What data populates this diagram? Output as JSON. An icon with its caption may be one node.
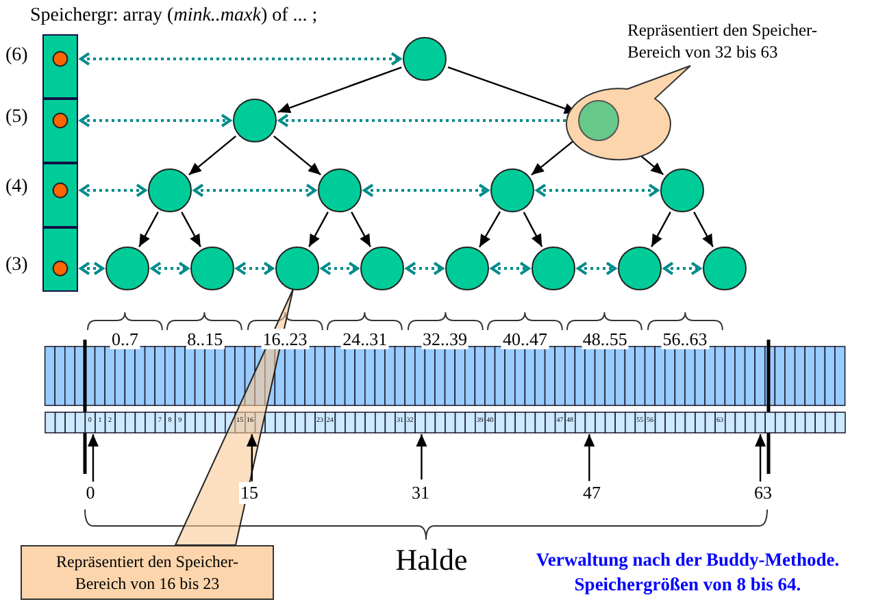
{
  "diagram": {
    "title": "Speichergr: array (*mink..maxk*) of ... ;",
    "caption": "Verwaltung nach der Buddy-Methode. Speichergrößen von 8 bis 64.",
    "nodes": [
      {
        "text": [],
        "shape": "box",
        "beside": [
          "(6)"
        ]
      },
      {
        "text": [],
        "shape": "box",
        "beside": [
          "(5)"
        ]
      },
      {
        "text": [],
        "shape": "box",
        "beside": [
          "(4)"
        ]
      },
      {
        "text": [],
        "shape": "box",
        "beside": [
          "(3)"
        ]
      },
      {
        "text": [],
        "shape": "circle"
      },
      {
        "text": [],
        "shape": "circle"
      },
      {
        "text": [
          "Repräsentiert den Speicher- Bereich von 32 bis 63"
        ]
      },
      {
        "text": [],
        "shape": "circle",
        "in": 6
      },
      {
        "text": [],
        "shape": "circle"
      },
      {
        "text": [],
        "shape": "circle"
      },
      {
        "text": [],
        "shape": "circle"
      },
      {
        "text": [],
        "shape": "circle"
      },
      {
        "text": [],
        "shape": "circle"
      },
      {
        "text": [],
        "shape": "circle"
      },
      {
        "text": [],
        "shape": "circle"
      },
      {
        "text": [],
        "shape": "circle"
      },
      {
        "text": [],
        "shape": "circle"
      },
      {
        "text": [],
        "shape": "circle"
      },
      {
        "text": [],
        "shape": "circle"
      },
      {
        "text": [],
        "shape": "circle"
      },
      {
        "text": [
          "Repräsentiert den Speicher- Bereich von 16 bis 23"
        ]
      },
      {
        "text": [
          "0"
        ]
      },
      {
        "text": [
          "15"
        ]
      },
      {
        "text": [
          "31"
        ]
      },
      {
        "text": [
          "47"
        ]
      },
      {
        "text": [
          "63"
        ]
      },
      {
        "text": [],
        "shape": "bar"
      }
    ],
    "edges": [
      {
        "from": 4,
        "to": 5,
        "arrow": "to"
      },
      {
        "from": 4,
        "to": 7,
        "arrow": "to"
      },
      {
        "from": 5,
        "to": 8,
        "arrow": "to"
      },
      {
        "from": 5,
        "to": 9,
        "arrow": "to"
      },
      {
        "from": 7,
        "to": 10,
        "arrow": "to"
      },
      {
        "from": 7,
        "to": 11,
        "arrow": "to"
      },
      {
        "from": 8,
        "to": 12,
        "arrow": "to"
      },
      {
        "from": 8,
        "to": 13,
        "arrow": "to"
      },
      {
        "from": 9,
        "to": 14,
        "arrow": "to"
      },
      {
        "from": 9,
        "to": 15,
        "arrow": "to"
      },
      {
        "from": 10,
        "to": 16,
        "arrow": "to"
      },
      {
        "from": 10,
        "to": 17,
        "arrow": "to"
      },
      {
        "from": 11,
        "to": 18,
        "arrow": "to"
      },
      {
        "from": 11,
        "to": 19,
        "arrow": "to"
      },
      {
        "from": 0,
        "to": 4,
        "arrow": "both",
        "style": "dashed",
        "color": "#008b8b"
      },
      {
        "from": 1,
        "to": 5,
        "arrow": "both",
        "style": "dashed",
        "color": "#008b8b"
      },
      {
        "from": 5,
        "to": 7,
        "arrow": "both",
        "style": "dashed",
        "color": "#008b8b"
      },
      {
        "from": 2,
        "to": 8,
        "arrow": "both",
        "style": "dashed",
        "color": "#008b8b"
      },
      {
        "from": 8,
        "to": 9,
        "arrow": "both",
        "style": "dashed",
        "color": "#008b8b"
      },
      {
        "from": 9,
        "to": 10,
        "arrow": "both",
        "style": "dashed",
        "color": "#008b8b"
      },
      {
        "from": 10,
        "to": 11,
        "arrow": "both",
        "style": "dashed",
        "color": "#008b8b"
      },
      {
        "from": 3,
        "to": 12,
        "arrow": "both",
        "style": "dashed",
        "color": "#008b8b"
      },
      {
        "from": 12,
        "to": 13,
        "arrow": "both",
        "style": "dashed",
        "color": "#008b8b"
      },
      {
        "from": 13,
        "to": 14,
        "arrow": "both",
        "style": "dashed",
        "color": "#008b8b"
      },
      {
        "from": 14,
        "to": 15,
        "arrow": "both",
        "style": "dashed",
        "color": "#008b8b"
      },
      {
        "from": 15,
        "to": 16,
        "arrow": "both",
        "style": "dashed",
        "color": "#008b8b"
      },
      {
        "from": 16,
        "to": 17,
        "arrow": "both",
        "style": "dashed",
        "color": "#008b8b"
      },
      {
        "from": 17,
        "to": 18,
        "arrow": "both",
        "style": "dashed",
        "color": "#008b8b"
      },
      {
        "from": 18,
        "to": 19,
        "arrow": "both",
        "style": "dashed",
        "color": "#008b8b"
      },
      {
        "from": 20,
        "to": 14,
        "arrow": "none"
      },
      {
        "from": 21,
        "to": 26,
        "arrow": "to"
      },
      {
        "from": 22,
        "to": 26,
        "arrow": "to"
      },
      {
        "from": 23,
        "to": 26,
        "arrow": "to"
      },
      {
        "from": 24,
        "to": 26,
        "arrow": "to"
      },
      {
        "from": 25,
        "to": 26,
        "arrow": "to"
      }
    ],
    "labels": [
      "0..7",
      "8..15",
      "16..23",
      "24..31",
      "32..39",
      "40..47",
      "48..55",
      "56..63",
      "0",
      "1",
      "2",
      "7",
      "8",
      "9",
      "15",
      "16",
      "23",
      "24",
      "31",
      "32",
      "39",
      "40",
      "47",
      "48",
      "55",
      "56",
      "63",
      "Halde"
    ]
  }
}
